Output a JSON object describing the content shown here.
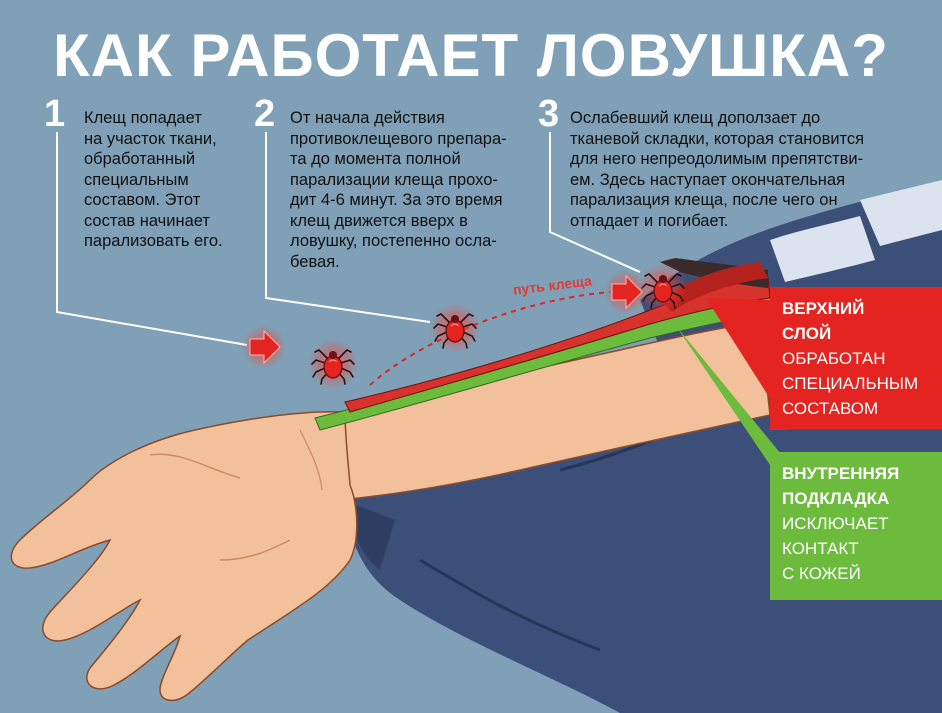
{
  "title": "КАК РАБОТАЕТ ЛОВУШКА?",
  "steps": [
    {
      "number": "1",
      "text": "Клещ попадает\nна участок ткани,\nобработанный\nспециальным\nсоставом. Этот\nсостав начинает\nпарализовать его."
    },
    {
      "number": "2",
      "text": "От начала действия\nпротивоклещевого препара-\nта до момента полной\nпарализации клеща прохо-\nдит 4-6 минут. За это время\nклещ движется вверх в\nловушку, постепенно осла-\nбевая."
    },
    {
      "number": "3",
      "text": "Ослабевший клещ доползает до\nтканевой складки, которая становится\nдля него непреодолимым препятстви-\nем. Здесь наступает окончательная\nпарализация клеща, после чего он\nотпадает и погибает."
    }
  ],
  "path_label": "путь клеща",
  "callouts": {
    "top_layer": {
      "title": "ВЕРХНИЙ\nСЛОЙ",
      "body": "ОБРАБОТАН\nСПЕЦИАЛЬНЫМ\nСОСТАВОМ",
      "color": "#e32420"
    },
    "inner_lining": {
      "title": "ВНУТРЕННЯЯ\nПОДКЛАДКА",
      "body": "ИСКЛЮЧАЕТ\nКОНТАКТ\nС КОЖЕЙ",
      "color": "#6cbb3c"
    }
  },
  "colors": {
    "background": "#7fa0b6",
    "skin": "#f2c19b",
    "sleeve": "#3c4f78",
    "tick": "#e32420",
    "trap_top": "#d8322c",
    "trap_lining": "#6cbb3c"
  },
  "icons": [
    "tick-icon",
    "arrow-icon",
    "hand-illustration",
    "sleeve-illustration"
  ]
}
